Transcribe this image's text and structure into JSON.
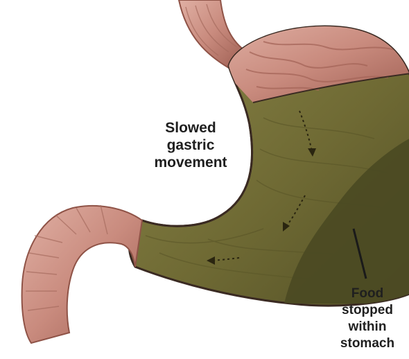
{
  "diagram": {
    "labels": {
      "gastric_movement": [
        "Slowed",
        "gastric",
        "movement"
      ],
      "food_stopped": [
        "Food",
        "stopped",
        "within",
        "stomach"
      ]
    },
    "colors": {
      "background": "#ffffff",
      "tissue_pink": "#c98b7e",
      "tissue_dark": "#8f5347",
      "food_green": "#6f6a34",
      "food_dark": "#4a4a22",
      "outline": "#3a2a22",
      "label_text": "#1f1f1f"
    },
    "icons": [
      "esophagus-icon",
      "stomach-icon",
      "duodenum-icon",
      "food-mass-icon",
      "movement-arrow-icon",
      "pointer-line-icon"
    ]
  }
}
